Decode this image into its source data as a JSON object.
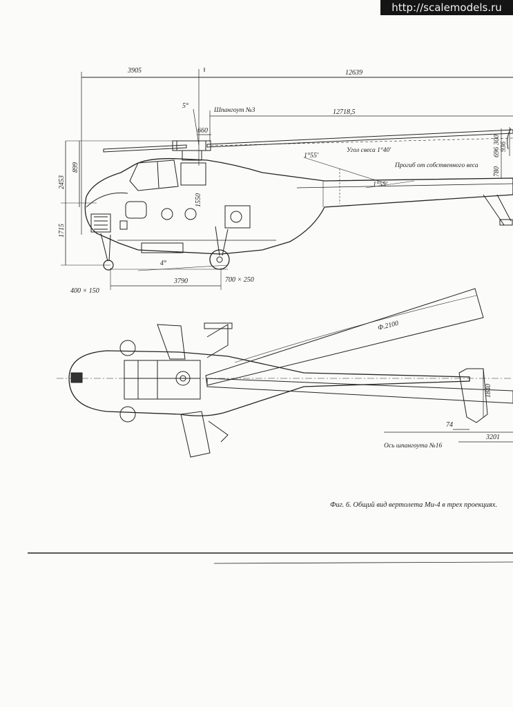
{
  "watermark": "http://scalemodels.ru",
  "side_view": {
    "dim_3905": "3905",
    "dim_12639": "12639",
    "dim_12718": "12718,5",
    "dim_5deg": "5°",
    "frame_no9": "Шпангоут №3",
    "dim_660": "660",
    "blade_angle": "Угол свеса 1°40'",
    "dim_1deg55_a": "1°55'",
    "droop": "Прогиб от собственного веса",
    "dim_1deg55_b": "1°55'",
    "dim_300": "300",
    "dim_696": "696",
    "dim_936": "936",
    "dim_780": "780",
    "dim_2453": "2453",
    "dim_899": "899",
    "dim_1550": "1550",
    "dim_1715": "1715",
    "dim_4deg": "4°",
    "dim_3790": "3790",
    "wheel_nose": "400 × 150",
    "wheel_main": "700 × 250"
  },
  "top_view": {
    "rotor_dia": "Ф.2100",
    "dim_1840": "1840",
    "dim_74": "74",
    "dim_3201": "3201",
    "frame_no16": "Ось шпангоута №16"
  },
  "caption": "Фиг. 6. Общий вид вертолета Ми-4 в трех проекциях."
}
